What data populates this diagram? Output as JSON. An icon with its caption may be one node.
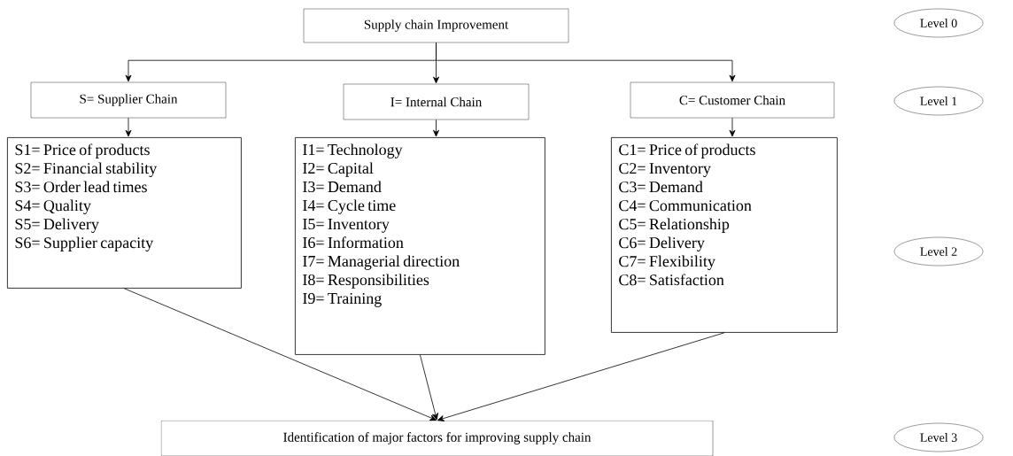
{
  "diagram": {
    "nodes": [
      {
        "text": [
          "Supply chain Improvement"
        ]
      },
      {
        "text": [
          "S= Supplier Chain"
        ]
      },
      {
        "text": [
          "I= Internal Chain"
        ]
      },
      {
        "text": [
          "C= Customer Chain"
        ]
      },
      {
        "text": [
          "S1= Price of products",
          "S2= Financial stability",
          "S3= Order lead times",
          "S4= Quality",
          "S5= Delivery",
          "S6= Supplier capacity"
        ]
      },
      {
        "text": [
          "I1= Technology",
          "I2= Capital",
          "I3= Demand",
          "I4= Cycle time",
          "I5= Inventory",
          "I6= Information",
          "I7= Managerial direction",
          "I8= Responsibilities",
          "I9= Training"
        ]
      },
      {
        "text": [
          "C1= Price of products",
          "C2= Inventory",
          "C3= Demand",
          "C4= Communication",
          "C5= Relationship",
          "C6= Delivery",
          "C7= Flexibility",
          "C8= Satisfaction"
        ]
      },
      {
        "text": [
          "Identification of major factors for improving supply chain"
        ]
      },
      {
        "text": [
          "Level 0"
        ]
      },
      {
        "text": [
          "Level 1"
        ]
      },
      {
        "text": [
          "Level 2"
        ]
      },
      {
        "text": [
          "Level 3"
        ]
      }
    ],
    "edges": [
      {
        "from": 0,
        "to": 1,
        "arrow": "to"
      },
      {
        "from": 0,
        "to": 2,
        "arrow": "to"
      },
      {
        "from": 0,
        "to": 3,
        "arrow": "to"
      },
      {
        "from": 1,
        "to": 4,
        "arrow": "to"
      },
      {
        "from": 2,
        "to": 5,
        "arrow": "to"
      },
      {
        "from": 3,
        "to": 6,
        "arrow": "to"
      },
      {
        "from": 4,
        "to": 7,
        "arrow": "to"
      },
      {
        "from": 5,
        "to": 7,
        "arrow": "to"
      },
      {
        "from": 6,
        "to": 7,
        "arrow": "to"
      }
    ]
  }
}
